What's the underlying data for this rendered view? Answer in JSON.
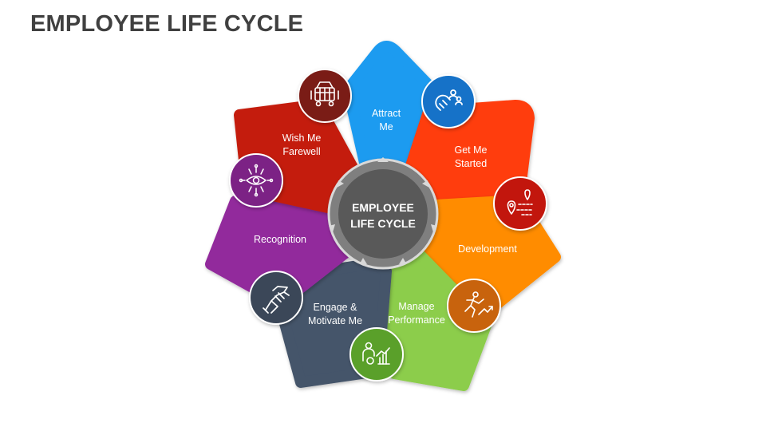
{
  "title": "EMPLOYEE LIFE CYCLE",
  "hub": {
    "line1": "EMPLOYEE",
    "line2": "LIFE CYCLE",
    "color": "#595959"
  },
  "stages": [
    {
      "line1": "Attract",
      "line2": "Me",
      "color": "#1e9bf0",
      "icon_color": "#7a1a14",
      "icon": "trolley-icon"
    },
    {
      "line1": "Get Me",
      "line2": "Started",
      "color": "#ff3d0c",
      "icon_color": "#1272c8",
      "icon": "magnet-people-icon"
    },
    {
      "line1": "Development",
      "line2": "",
      "color": "#ff8c00",
      "icon_color": "#c21807",
      "icon": "location-path-icon"
    },
    {
      "line1": "Manage",
      "line2": "Performance",
      "color": "#8ccd4c",
      "icon_color": "#c8640a",
      "icon": "runner-growth-icon"
    },
    {
      "line1": "Engage &",
      "line2": "Motivate Me",
      "color": "#44546a",
      "icon_color": "#5aa02c",
      "icon": "presenter-chart-icon"
    },
    {
      "line1": "Recognition",
      "line2": "",
      "color": "#922a9c",
      "icon_color": "#3b4758",
      "icon": "handshake-icon"
    },
    {
      "line1": "Wish Me",
      "line2": "Farewell",
      "color": "#c41e0c",
      "icon_color": "#7b2385",
      "icon": "eye-network-icon"
    }
  ]
}
